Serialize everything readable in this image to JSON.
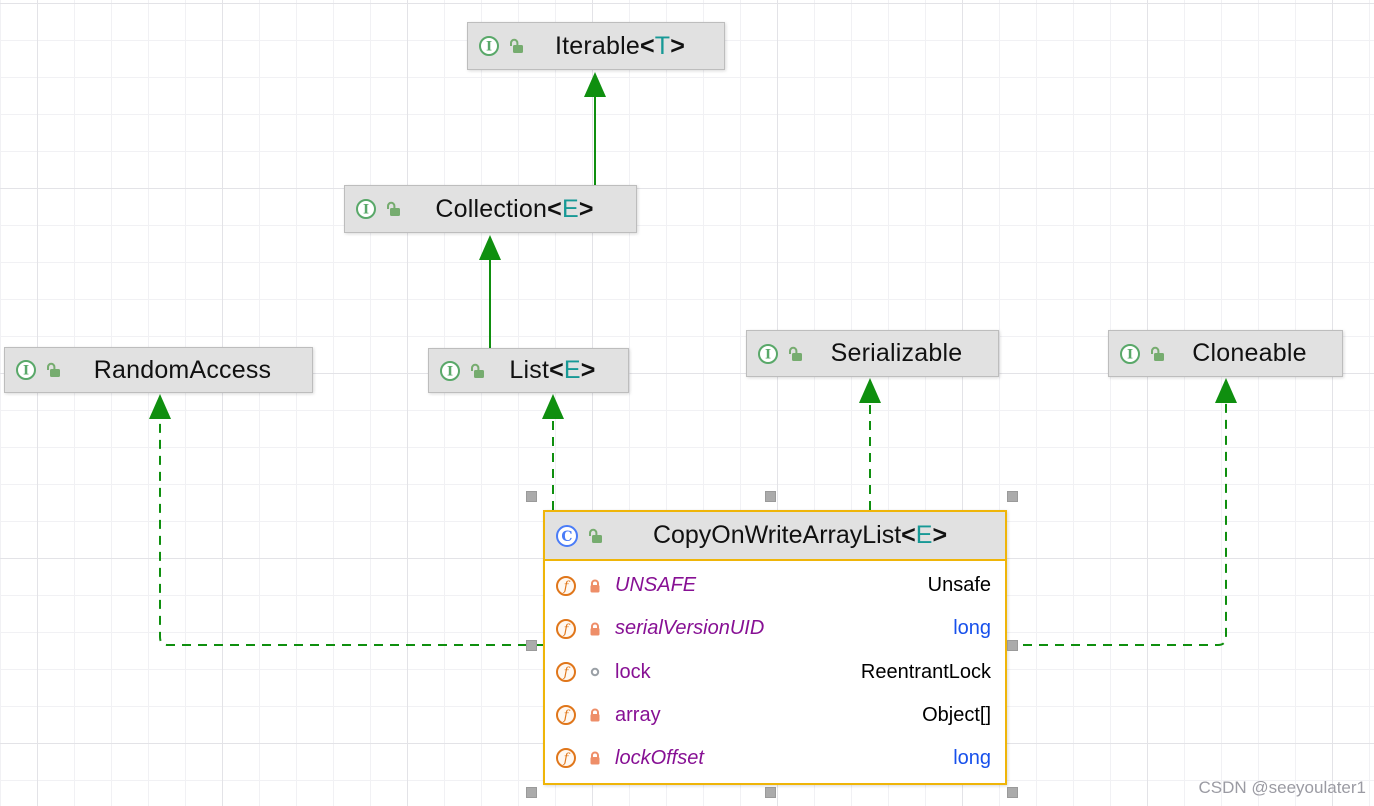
{
  "canvas": {
    "watermark": "CSDN @seeyoulater1"
  },
  "icons": {
    "interface_letter": "I",
    "class_letter": "C",
    "field_letter": "f"
  },
  "colors": {
    "edge_green": "#0f8f0f",
    "selection_yellow": "#efb509",
    "node_fill": "#e1e1e1",
    "field_name_purple": "#871094",
    "primitive_type_blue": "#1750eb",
    "type_param_teal": "#179996",
    "interface_icon_green": "#59a869",
    "class_icon_blue": "#4a7cf7",
    "field_icon_orange": "#e0761a",
    "private_lock_salmon": "#ee8e68"
  },
  "nodes": {
    "iterable": {
      "base": "Iterable",
      "lt": "<",
      "param": "T",
      "gt": ">"
    },
    "collection": {
      "base": "Collection",
      "lt": "<",
      "param": "E",
      "gt": ">"
    },
    "list": {
      "base": "List",
      "lt": "<",
      "param": "E",
      "gt": ">"
    },
    "random_access": {
      "base": "RandomAccess"
    },
    "serializable": {
      "base": "Serializable"
    },
    "cloneable": {
      "base": "Cloneable"
    }
  },
  "class_node": {
    "title": {
      "base": "CopyOnWriteArrayList",
      "lt": "<",
      "param": "E",
      "gt": ">"
    },
    "fields": [
      {
        "name": "UNSAFE",
        "type": "Unsafe",
        "static": true,
        "visibility": "private"
      },
      {
        "name": "serialVersionUID",
        "type": "long",
        "static": true,
        "visibility": "private"
      },
      {
        "name": "lock",
        "type": "ReentrantLock",
        "static": false,
        "visibility": "package"
      },
      {
        "name": "array",
        "type": "Object[]",
        "static": false,
        "visibility": "private"
      },
      {
        "name": "lockOffset",
        "type": "long",
        "static": true,
        "visibility": "private"
      }
    ]
  },
  "edges": [
    {
      "from": "Collection",
      "to": "Iterable",
      "kind": "extends",
      "style": "solid"
    },
    {
      "from": "List",
      "to": "Collection",
      "kind": "extends",
      "style": "solid"
    },
    {
      "from": "CopyOnWriteArrayList",
      "to": "List",
      "kind": "implements",
      "style": "dashed"
    },
    {
      "from": "CopyOnWriteArrayList",
      "to": "Serializable",
      "kind": "implements",
      "style": "dashed"
    },
    {
      "from": "CopyOnWriteArrayList",
      "to": "RandomAccess",
      "kind": "implements",
      "style": "dashed"
    },
    {
      "from": "CopyOnWriteArrayList",
      "to": "Cloneable",
      "kind": "implements",
      "style": "dashed"
    }
  ]
}
